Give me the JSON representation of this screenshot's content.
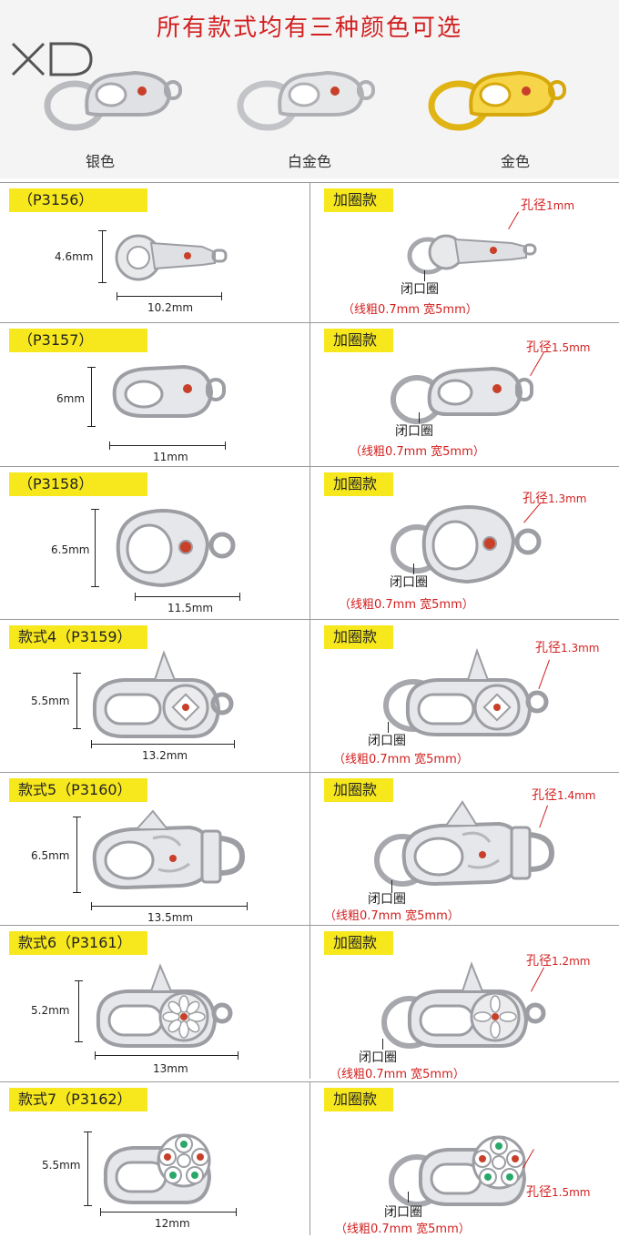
{
  "header": {
    "title": "所有款式均有三种颜色可选",
    "logo_text": "XD",
    "colors": [
      {
        "label": "银色",
        "metal": "#c9cbcf"
      },
      {
        "label": "白金色",
        "metal": "#d6d8dc"
      },
      {
        "label": "金色",
        "metal": "#f0c419"
      }
    ]
  },
  "sections": [
    {
      "tag": "（P3156）",
      "right_tag": "加圈款",
      "height": "4.6mm",
      "length": "10.2mm",
      "hole": "孔径",
      "hole_size": "1mm",
      "closed": "闭口圈",
      "spec": "（线粗0.7mm  宽5mm）"
    },
    {
      "tag": "（P3157）",
      "right_tag": "加圈款",
      "height": "6mm",
      "length": "11mm",
      "hole": "孔径",
      "hole_size": "1.5mm",
      "closed": "闭口圈",
      "spec": "（线粗0.7mm  宽5mm）"
    },
    {
      "tag": "（P3158）",
      "right_tag": "加圈款",
      "height": "6.5mm",
      "length": "11.5mm",
      "hole": "孔径",
      "hole_size": "1.3mm",
      "closed": "闭口圈",
      "spec": "（线粗0.7mm  宽5mm）"
    },
    {
      "tag": "款式4（P3159）",
      "right_tag": "加圈款",
      "height": "5.5mm",
      "length": "13.2mm",
      "hole": "孔径",
      "hole_size": "1.3mm",
      "closed": "闭口圈",
      "spec": "（线粗0.7mm  宽5mm）"
    },
    {
      "tag": "款式5（P3160）",
      "right_tag": "加圈款",
      "height": "6.5mm",
      "length": "13.5mm",
      "hole": "孔径",
      "hole_size": "1.4mm",
      "closed": "闭口圈",
      "spec": "（线粗0.7mm  宽5mm）"
    },
    {
      "tag": "款式6（P3161）",
      "right_tag": "加圈款",
      "height": "5.2mm",
      "length": "13mm",
      "hole": "孔径",
      "hole_size": "1.2mm",
      "closed": "闭口圈",
      "spec": "（线粗0.7mm  宽5mm）"
    },
    {
      "tag": "款式7（P3162）",
      "right_tag": "加圈款",
      "height": "5.5mm",
      "length": "12mm",
      "hole": "孔径",
      "hole_size": "1.5mm",
      "closed": "闭口圈",
      "spec": "（线粗0.7mm  宽5mm）"
    }
  ],
  "style": {
    "accent_red": "#d21f1f",
    "tag_yellow": "#f7e81e",
    "stone_red": "#c8402a",
    "stone_green": "#2aa86a"
  }
}
